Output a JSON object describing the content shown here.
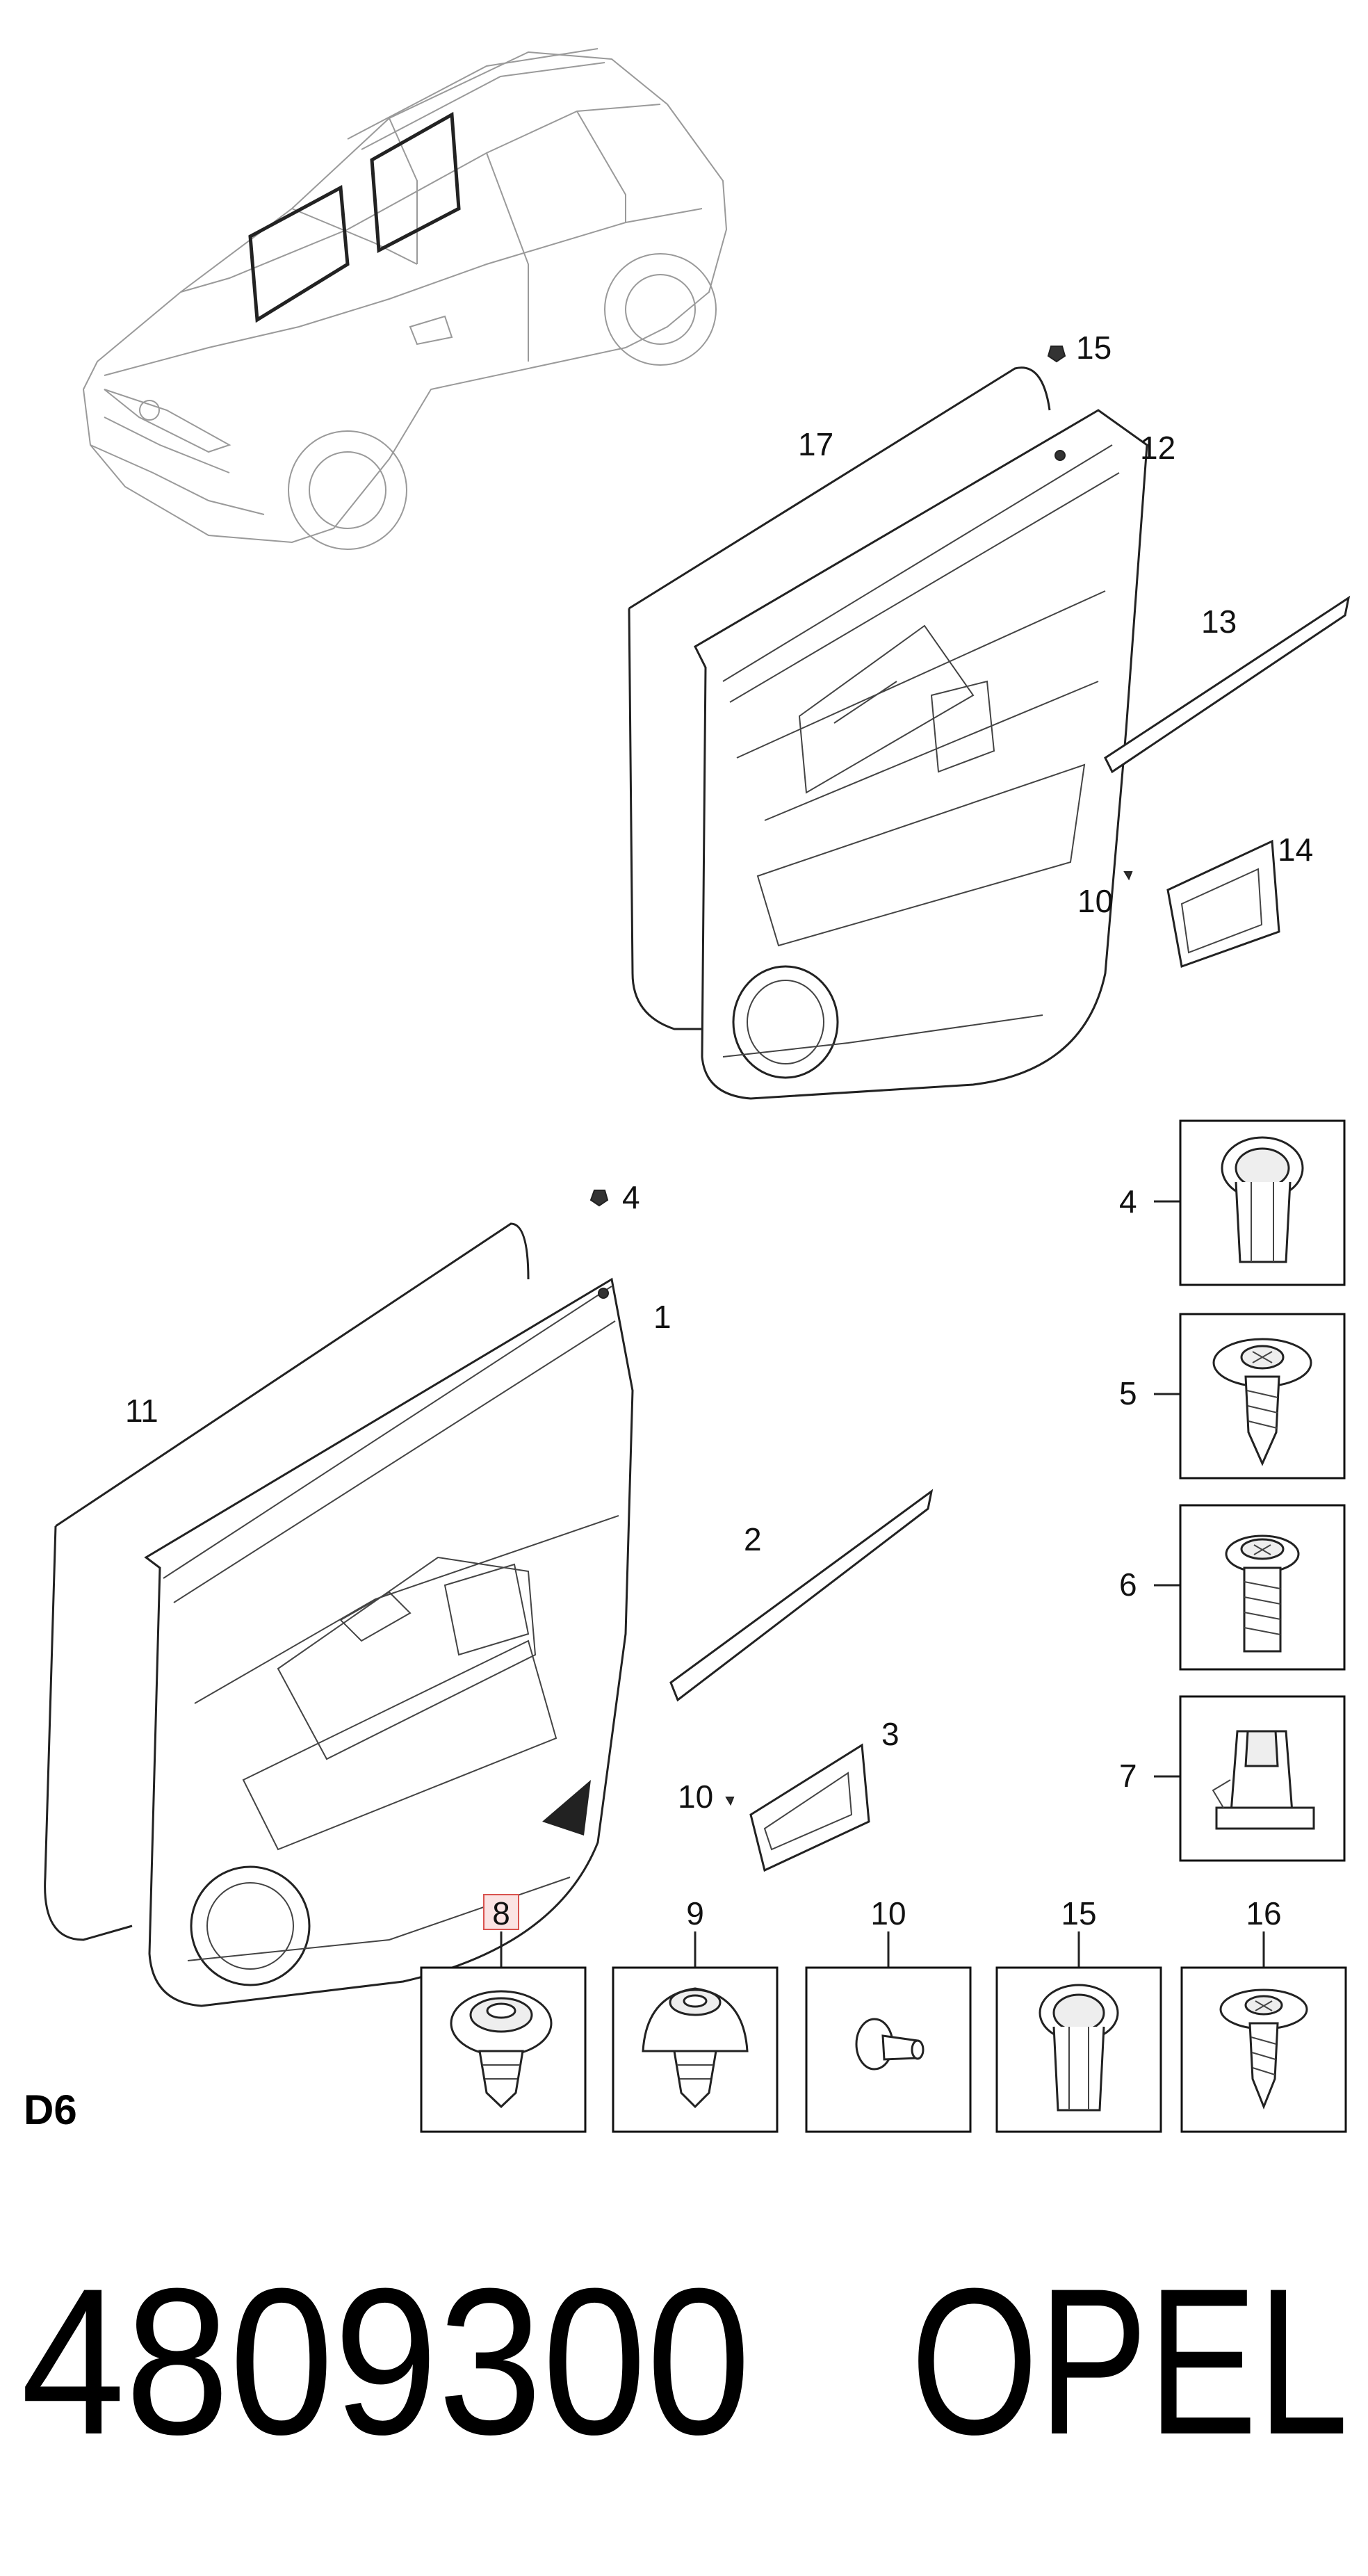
{
  "diagram": {
    "section_code": "D6",
    "callouts": {
      "c1": "1",
      "c2": "2",
      "c3": "3",
      "c4": "4",
      "c10a": "10",
      "c10b": "10",
      "c11": "11",
      "c12": "12",
      "c13": "13",
      "c14": "14",
      "c15": "15",
      "c17": "17"
    },
    "side_boxes": [
      {
        "label": "4",
        "icon": "push-clip-icon"
      },
      {
        "label": "5",
        "icon": "tapping-screw-icon"
      },
      {
        "label": "6",
        "icon": "bolt-icon"
      },
      {
        "label": "7",
        "icon": "retainer-nut-icon"
      }
    ],
    "bottom_boxes": [
      {
        "label": "8",
        "icon": "fir-tree-clip-icon",
        "highlighted": true
      },
      {
        "label": "9",
        "icon": "fir-tree-clip-icon"
      },
      {
        "label": "10",
        "icon": "rivet-icon"
      },
      {
        "label": "15",
        "icon": "push-clip-icon"
      },
      {
        "label": "16",
        "icon": "tapping-screw-icon"
      }
    ]
  },
  "footer": {
    "part_number": "4809300",
    "brand": "OPEL"
  }
}
